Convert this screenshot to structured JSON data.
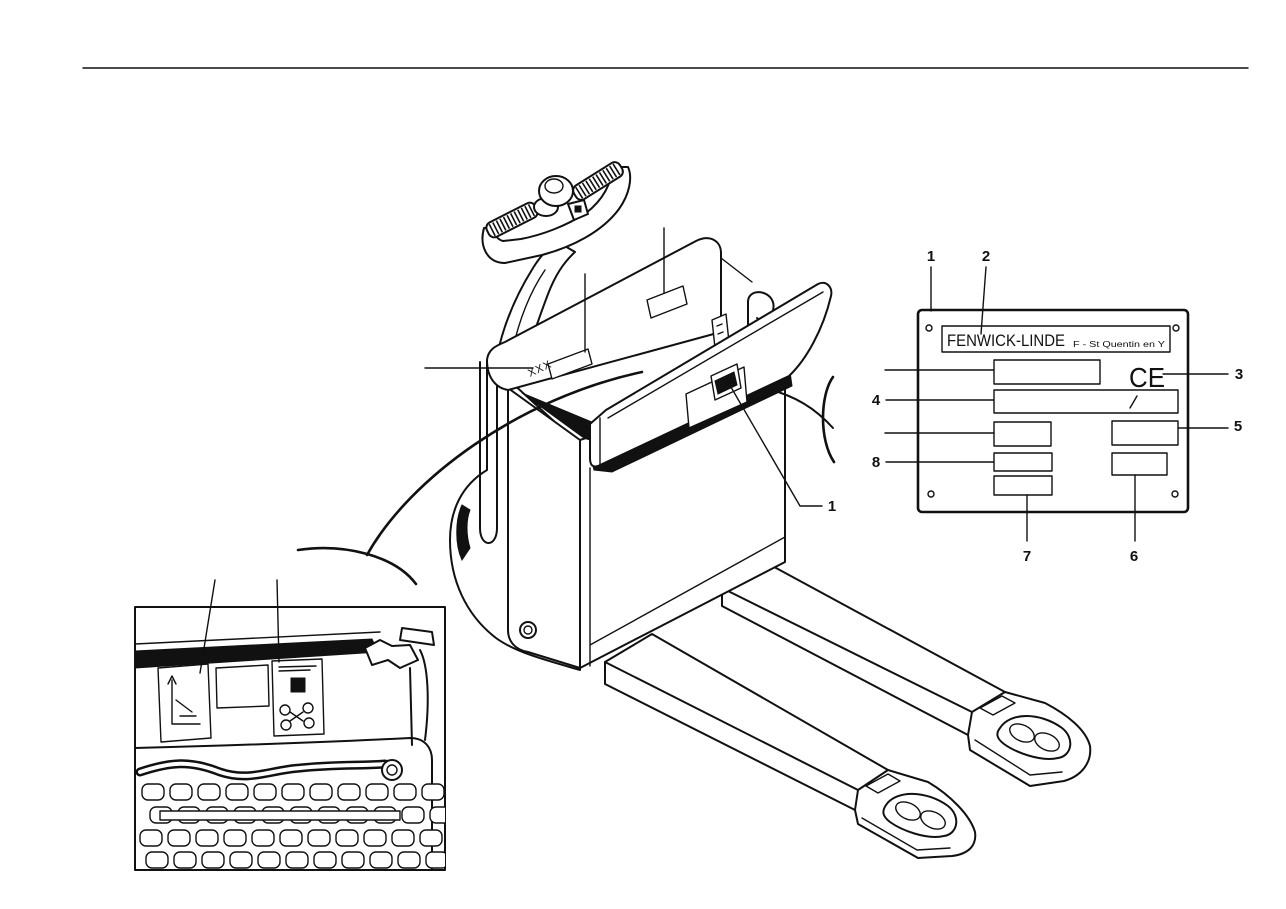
{
  "plate": {
    "brand": "FENWICK-LINDE",
    "location": "F - St Quentin en Y",
    "mark": "CE",
    "callouts": [
      "1",
      "2",
      "3",
      "4",
      "5",
      "6",
      "7",
      "8"
    ]
  },
  "truck": {
    "marking": "XXX",
    "callout": "1"
  },
  "colors": {
    "ink": "#111111",
    "paper": "#ffffff"
  }
}
